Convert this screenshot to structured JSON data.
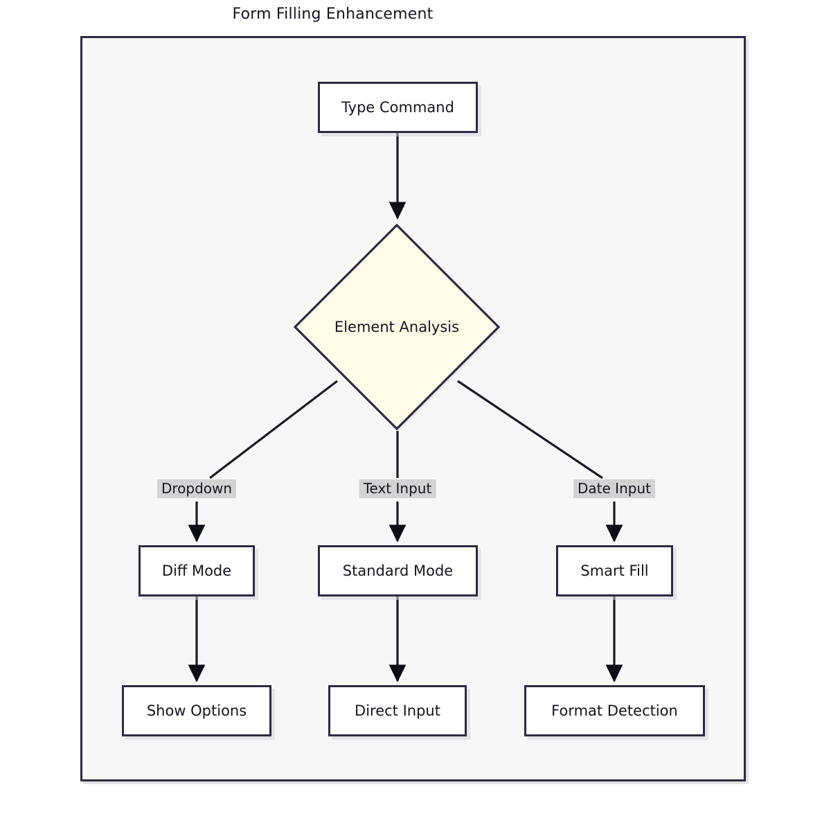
{
  "diagram": {
    "title": "Form Filling Enhancement",
    "type": "flowchart",
    "colors": {
      "frame_border": "#2b2b40",
      "frame_background": "#f7f7f7",
      "node_background": "#ffffff",
      "node_border": "#2b2b40",
      "decision_background": "#fffde7",
      "decision_border": "#2b2b40",
      "edge_stroke": "#1a1a24",
      "edge_label_background": "#d3d3d3",
      "text": "#15151f"
    },
    "nodes": [
      {
        "id": "type-command",
        "label": "Type Command",
        "shape": "rect"
      },
      {
        "id": "element-analysis",
        "label": "Element Analysis",
        "shape": "diamond"
      },
      {
        "id": "diff-mode",
        "label": "Diff Mode",
        "shape": "rect"
      },
      {
        "id": "standard-mode",
        "label": "Standard Mode",
        "shape": "rect"
      },
      {
        "id": "smart-fill",
        "label": "Smart Fill",
        "shape": "rect"
      },
      {
        "id": "show-options",
        "label": "Show Options",
        "shape": "rect"
      },
      {
        "id": "direct-input",
        "label": "Direct Input",
        "shape": "rect"
      },
      {
        "id": "format-detection",
        "label": "Format Detection",
        "shape": "rect"
      }
    ],
    "edges": [
      {
        "from": "type-command",
        "to": "element-analysis",
        "label": ""
      },
      {
        "from": "element-analysis",
        "to": "diff-mode",
        "label": "Dropdown"
      },
      {
        "from": "element-analysis",
        "to": "standard-mode",
        "label": "Text Input"
      },
      {
        "from": "element-analysis",
        "to": "smart-fill",
        "label": "Date Input"
      },
      {
        "from": "diff-mode",
        "to": "show-options",
        "label": ""
      },
      {
        "from": "standard-mode",
        "to": "direct-input",
        "label": ""
      },
      {
        "from": "smart-fill",
        "to": "format-detection",
        "label": ""
      }
    ],
    "edge_labels": {
      "dropdown": "Dropdown",
      "text_input": "Text Input",
      "date_input": "Date Input"
    }
  }
}
